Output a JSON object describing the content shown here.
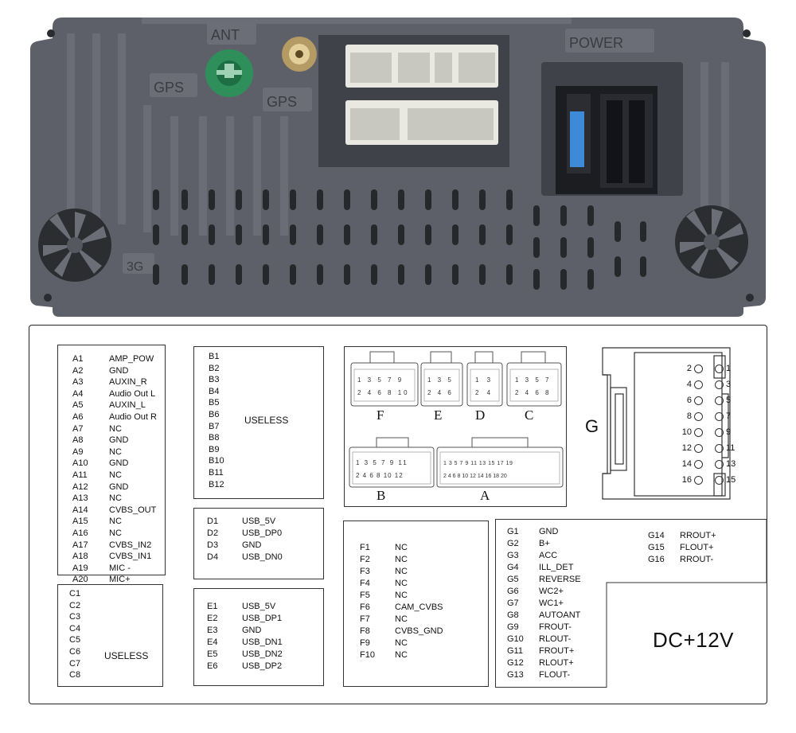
{
  "device": {
    "labels": {
      "ant": "ANT",
      "power": "POWER",
      "gps_left": "GPS",
      "gps_right": "GPS",
      "threeg": "3G"
    },
    "colors": {
      "body": "#5d6068",
      "dark": "#3d4047",
      "vent": "#2a2c31",
      "green": "#2f8f5b",
      "connector": "#e9e9e2"
    }
  },
  "block_a": {
    "pins": [
      {
        "id": "A1",
        "name": "AMP_POW"
      },
      {
        "id": "A2",
        "name": "GND"
      },
      {
        "id": "A3",
        "name": "AUXIN_R"
      },
      {
        "id": "A4",
        "name": "Audio Out L"
      },
      {
        "id": "A5",
        "name": "AUXIN_L"
      },
      {
        "id": "A6",
        "name": "Audio Out R"
      },
      {
        "id": "A7",
        "name": "NC"
      },
      {
        "id": "A8",
        "name": "GND"
      },
      {
        "id": "A9",
        "name": "NC"
      },
      {
        "id": "A10",
        "name": "GND"
      },
      {
        "id": "A11",
        "name": "NC"
      },
      {
        "id": "A12",
        "name": "GND"
      },
      {
        "id": "A13",
        "name": "NC"
      },
      {
        "id": "A14",
        "name": "CVBS_OUT"
      },
      {
        "id": "A15",
        "name": "NC"
      },
      {
        "id": "A16",
        "name": "NC"
      },
      {
        "id": "A17",
        "name": "CVBS_IN2"
      },
      {
        "id": "A18",
        "name": "CVBS_IN1"
      },
      {
        "id": "A19",
        "name": "MIC -"
      },
      {
        "id": "A20",
        "name": "MIC+"
      }
    ]
  },
  "block_b": {
    "pins": [
      "B1",
      "B2",
      "B3",
      "B4",
      "B5",
      "B6",
      "B7",
      "B8",
      "B9",
      "B10",
      "B11",
      "B12"
    ],
    "note": "USELESS"
  },
  "block_c": {
    "pins": [
      "C1",
      "C2",
      "C3",
      "C4",
      "C5",
      "C6",
      "C7",
      "C8"
    ],
    "note": "USELESS"
  },
  "block_d": {
    "pins": [
      {
        "id": "D1",
        "name": "USB_5V"
      },
      {
        "id": "D2",
        "name": "USB_DP0"
      },
      {
        "id": "D3",
        "name": "GND"
      },
      {
        "id": "D4",
        "name": "USB_DN0"
      }
    ]
  },
  "block_e": {
    "pins": [
      {
        "id": "E1",
        "name": "USB_5V"
      },
      {
        "id": "E2",
        "name": "USB_DP1"
      },
      {
        "id": "E3",
        "name": "GND"
      },
      {
        "id": "E4",
        "name": "USB_DN1"
      },
      {
        "id": "E5",
        "name": "USB_DN2"
      },
      {
        "id": "E6",
        "name": "USB_DP2"
      }
    ]
  },
  "block_f": {
    "pins": [
      {
        "id": "F1",
        "name": "NC"
      },
      {
        "id": "F2",
        "name": "NC"
      },
      {
        "id": "F3",
        "name": "NC"
      },
      {
        "id": "F4",
        "name": "NC"
      },
      {
        "id": "F5",
        "name": "NC"
      },
      {
        "id": "F6",
        "name": "CAM_CVBS"
      },
      {
        "id": "F7",
        "name": "NC"
      },
      {
        "id": "F8",
        "name": "CVBS_GND"
      },
      {
        "id": "F9",
        "name": "NC"
      },
      {
        "id": "F10",
        "name": "NC"
      }
    ]
  },
  "block_g": {
    "pins": [
      {
        "id": "G1",
        "name": "GND"
      },
      {
        "id": "G2",
        "name": "B+"
      },
      {
        "id": "G3",
        "name": "ACC"
      },
      {
        "id": "G4",
        "name": "ILL_DET"
      },
      {
        "id": "G5",
        "name": "REVERSE"
      },
      {
        "id": "G6",
        "name": "WC2+"
      },
      {
        "id": "G7",
        "name": "WC1+"
      },
      {
        "id": "G8",
        "name": "AUTOANT"
      },
      {
        "id": "G9",
        "name": "FROUT-"
      },
      {
        "id": "G10",
        "name": "RLOUT-"
      },
      {
        "id": "G11",
        "name": "FROUT+"
      },
      {
        "id": "G12",
        "name": "RLOUT+"
      },
      {
        "id": "G13",
        "name": "FLOUT-"
      }
    ],
    "pins_right": [
      {
        "id": "G14",
        "name": "RROUT+"
      },
      {
        "id": "G15",
        "name": "FLOUT+"
      },
      {
        "id": "G16",
        "name": "RROUT-"
      }
    ],
    "voltage": "DC+12V"
  },
  "connector_diagram": {
    "letters": {
      "f": "F",
      "e": "E",
      "d": "D",
      "c": "C",
      "b": "B",
      "a": "A"
    },
    "f_numbers": {
      "top": "1 3 5 7 9",
      "bottom": "2 4 6 8 10"
    },
    "e_numbers": {
      "top": "1 3 5",
      "bottom": "2 4 6"
    },
    "d_numbers": {
      "top": "1 3",
      "bottom": "2 4"
    },
    "c_numbers": {
      "top": "1 3 5 7",
      "bottom": "2 4 6 8"
    },
    "b_numbers": {
      "top": "1 3 5 7 9 11",
      "bottom": "2 4 6 8 10 12"
    },
    "a_numbers": {
      "top": "1 3 5 7 9 11 13 15 17 19",
      "bottom": "2 4 6 8 10 12 14 16 18 20"
    }
  },
  "power_connector": {
    "letter": "G",
    "left_numbers": [
      "2",
      "4",
      "6",
      "8",
      "10",
      "12",
      "14",
      "16"
    ],
    "right_numbers": [
      "1",
      "3",
      "5",
      "7",
      "9",
      "11",
      "13",
      "15"
    ]
  }
}
